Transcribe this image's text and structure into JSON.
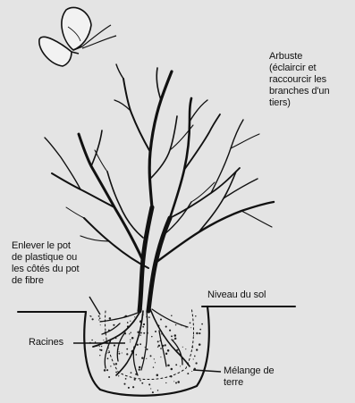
{
  "labels": {
    "shrub": "Arbuste\n(éclaircir et\nraccourcir les\nbranches d'un\ntiers)",
    "remove_pot": "Enlever le pot\nde plastique ou\nles côtés du pot\nde fibre",
    "soil_level": "Niveau du sol",
    "roots": "Racines",
    "soil_mix": "Mélange de\nterre"
  },
  "colors": {
    "background": "#e4e4e4",
    "ink": "#111111"
  },
  "icons": [
    "butterfly-icon"
  ]
}
